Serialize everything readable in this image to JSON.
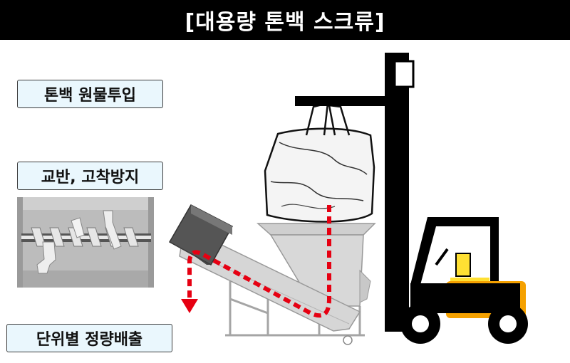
{
  "title": "[대용량 톤백 스크류]",
  "labels": {
    "input": "톤백 원물투입",
    "agitation": "교반, 고착방지",
    "discharge": "단위별 정량배출"
  },
  "colors": {
    "title_bg": "#000000",
    "label_bg": "#eaf7fd",
    "flow_arrow": "#e60012",
    "forklift_body": "#000000",
    "forklift_counterweight": "#f5a100",
    "forklift_seat": "#ffe033",
    "hopper": "#d2d2d2"
  }
}
